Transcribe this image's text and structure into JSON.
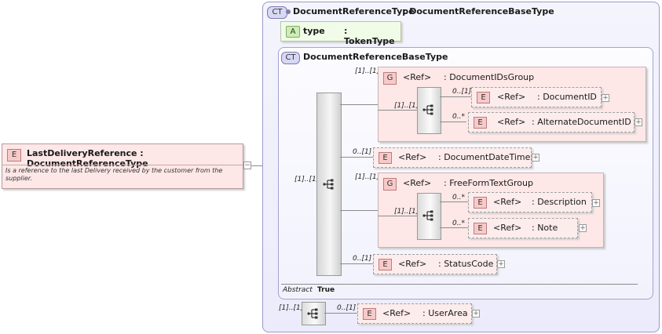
{
  "root": {
    "badge": "E",
    "title": "LastDeliveryReference : DocumentReferenceType",
    "doc": "Is a reference to the last Delivery  received by the customer from the supplier.",
    "collapse": "−"
  },
  "outer": {
    "badge": "CT",
    "name": "DocumentReferenceType",
    "base": ": DocumentReferenceBaseType"
  },
  "attr": {
    "badge": "A",
    "name": "type",
    "type": ": TokenType"
  },
  "inner": {
    "badge": "CT",
    "name": "DocumentReferenceBaseType",
    "abstract_label": "Abstract",
    "abstract_value": "True"
  },
  "group1": {
    "mult": "[1]..[1]",
    "badge": "G",
    "ref": "<Ref>",
    "type": ": DocumentIDsGroup",
    "seq_mult": "[1]..[1]",
    "items": [
      {
        "mult": "0..[1]",
        "badge": "E",
        "ref": "<Ref>",
        "type": ": DocumentID"
      },
      {
        "mult": "0..*",
        "badge": "E",
        "ref": "<Ref>",
        "type": ": AlternateDocumentID"
      }
    ]
  },
  "doc_date": {
    "mult": "0..[1]",
    "badge": "E",
    "ref": "<Ref>",
    "type": ": DocumentDateTime"
  },
  "group2": {
    "mult": "[1]..[1]",
    "badge": "G",
    "ref": "<Ref>",
    "type": ": FreeFormTextGroup",
    "seq_mult": "[1]..[1]",
    "items": [
      {
        "mult": "0..*",
        "badge": "E",
        "ref": "<Ref>",
        "type": ": Description"
      },
      {
        "mult": "0..*",
        "badge": "E",
        "ref": "<Ref>",
        "type": ": Note"
      }
    ]
  },
  "status": {
    "mult": "0..[1]",
    "badge": "E",
    "ref": "<Ref>",
    "type": ": StatusCode"
  },
  "main_seq_mult": "[1]..[1]",
  "outer_seq_mult": "[1]..[1]",
  "user_area": {
    "mult": "0..[1]",
    "badge": "E",
    "ref": "<Ref>",
    "type": ": UserArea"
  },
  "expand_symbol": "+",
  "colors": {
    "element_fill": "#fde7e7",
    "complex_type_fill": "#ebebfb",
    "attribute_fill": "#f0fbe8"
  }
}
